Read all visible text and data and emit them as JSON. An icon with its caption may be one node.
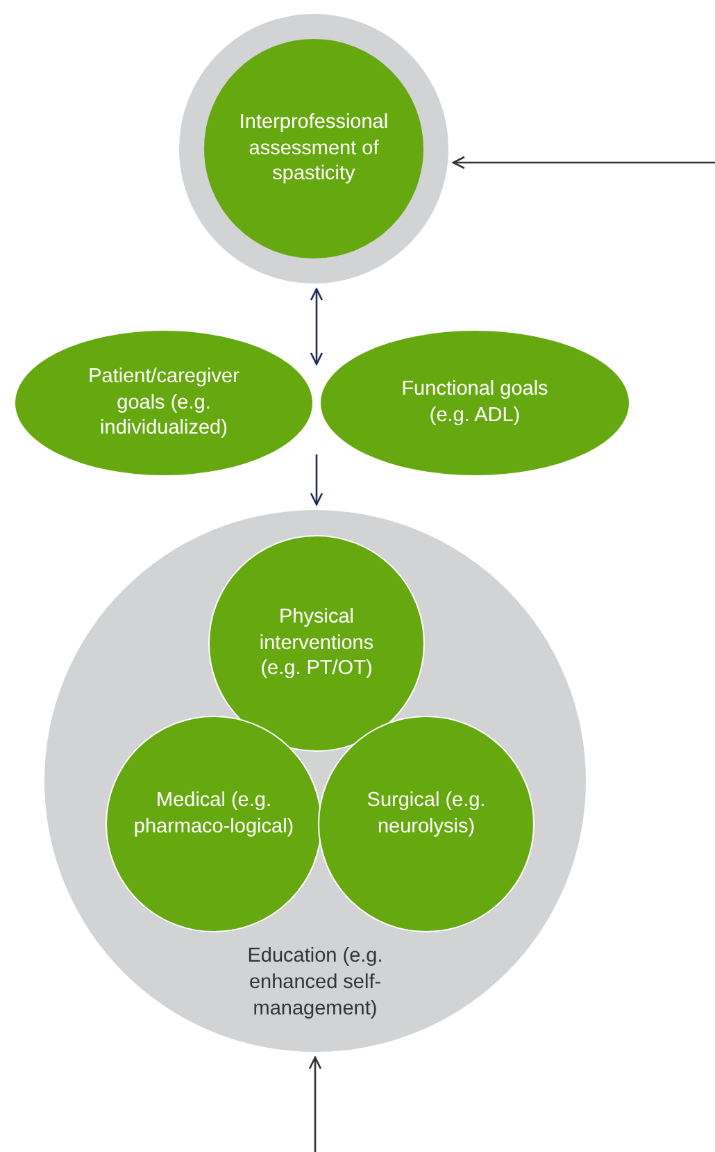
{
  "diagram": {
    "nodes": [
      {
        "text": [
          "Interprofessional assessment of spasticity"
        ]
      },
      {
        "text": [
          "Patient/caregiver goals (e.g. individualized)"
        ]
      },
      {
        "text": [
          "Functional goals (e.g. ADL)"
        ]
      },
      {
        "text": [
          "Education (e.g. enhanced self-management)"
        ]
      },
      {
        "text": [
          "Physical interventions (e.g. PT/OT)"
        ],
        "in": 3
      },
      {
        "text": [
          "Medical (e.g. pharmaco-logical)"
        ],
        "in": 3
      },
      {
        "text": [
          "Surgical (e.g. neurolysis)"
        ],
        "in": 3
      }
    ],
    "edges": [
      {
        "from": null,
        "to": 0,
        "arrow": "to",
        "color": "#333333"
      },
      {
        "from": 0,
        "to": 2,
        "arrow": "both"
      },
      {
        "from": 2,
        "to": 3,
        "arrow": "to"
      },
      {
        "from": null,
        "to": 3,
        "arrow": "to",
        "color": "#333333"
      }
    ]
  }
}
